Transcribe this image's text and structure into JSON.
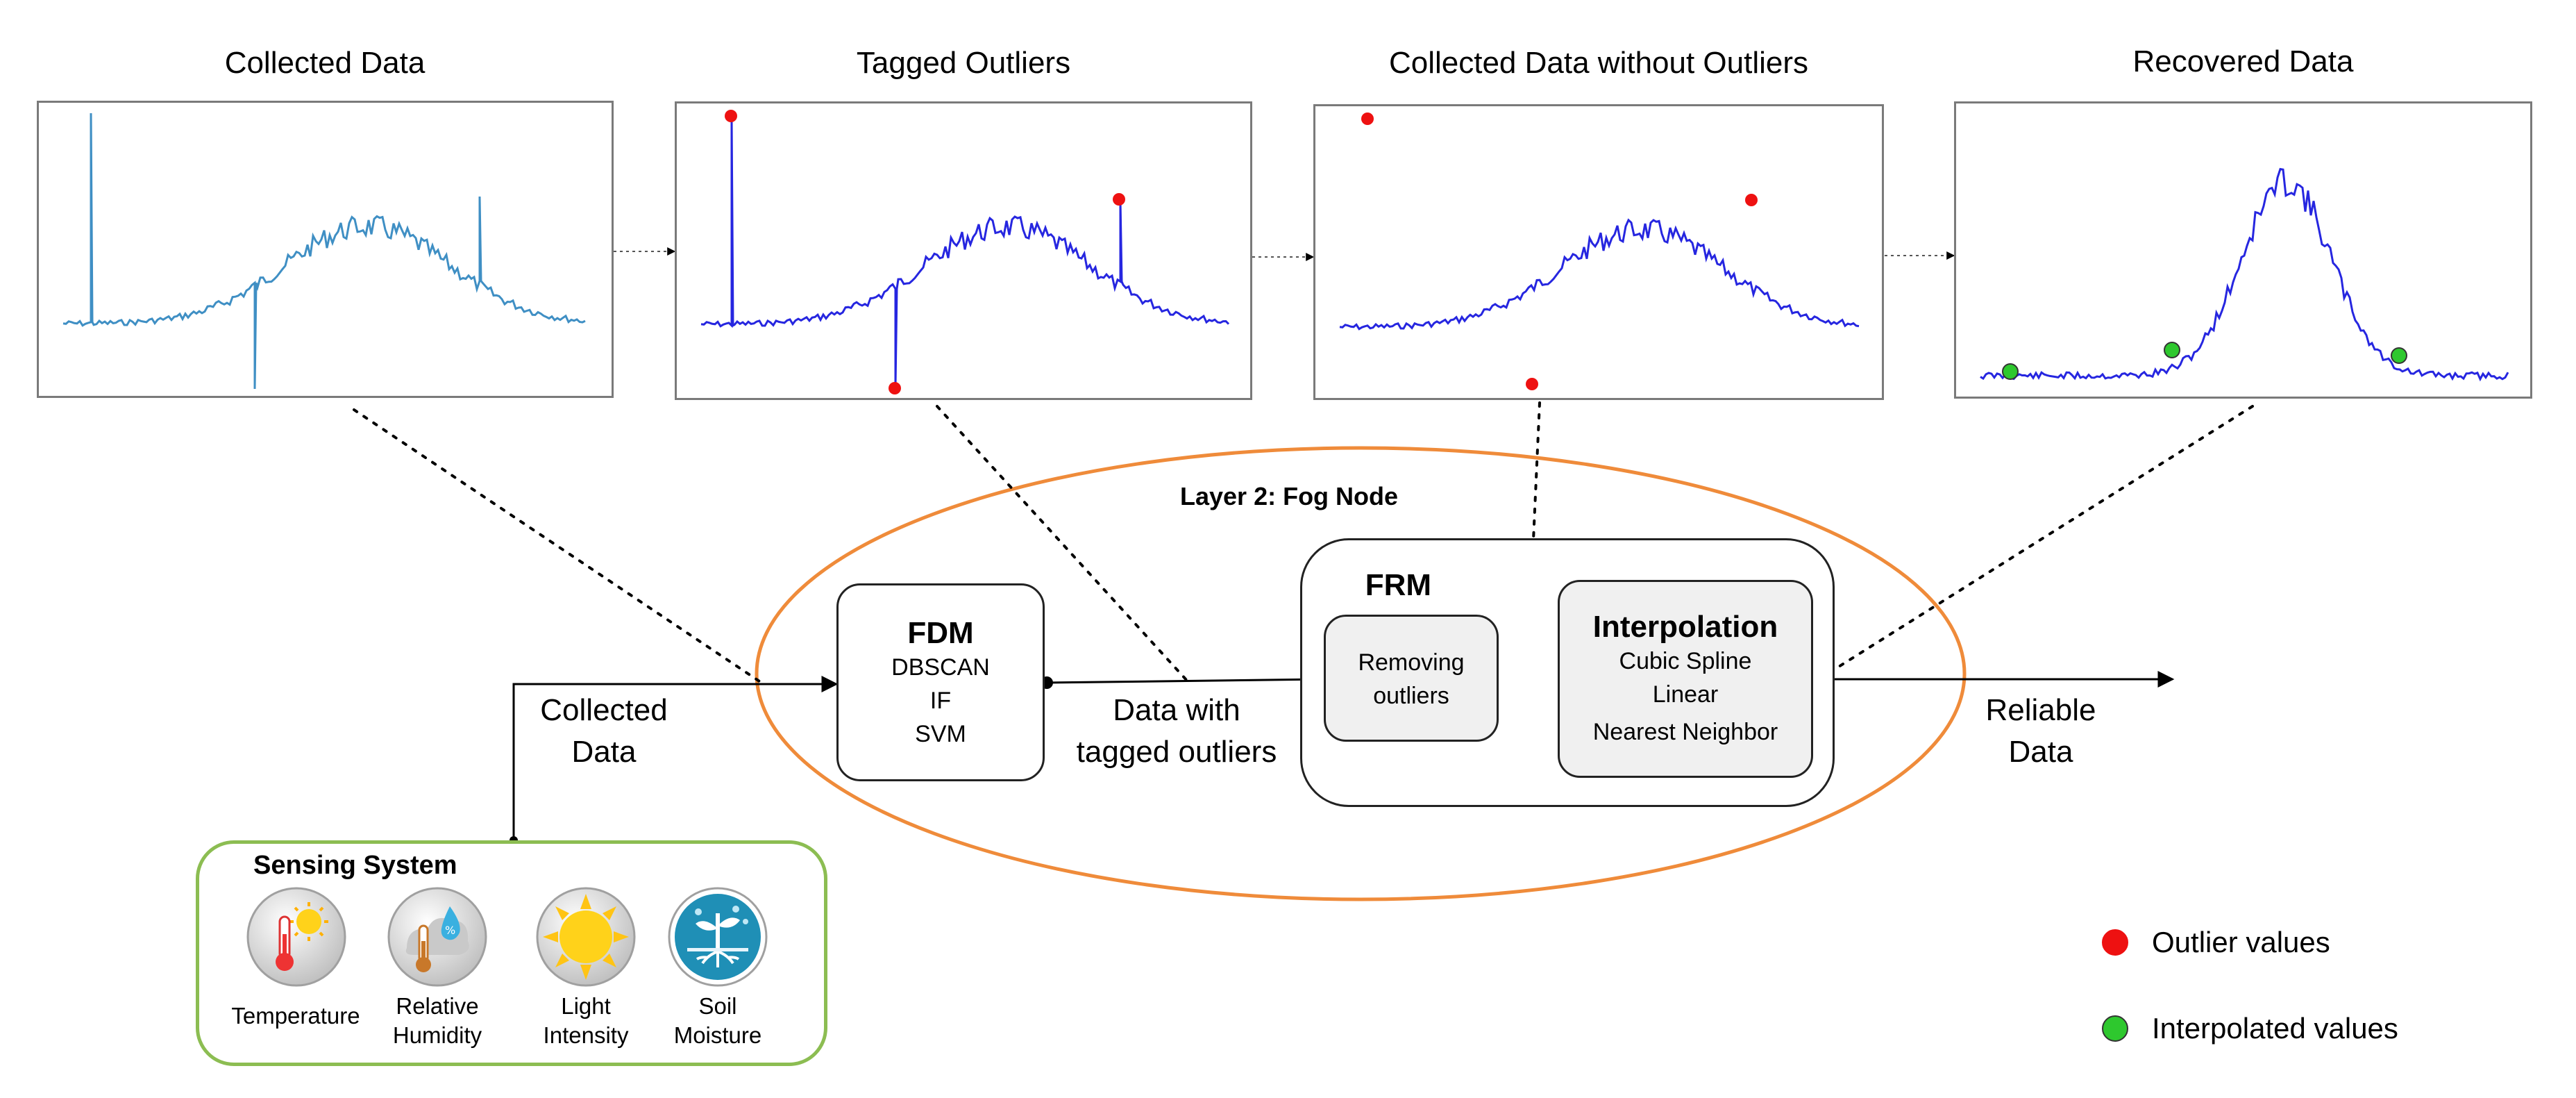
{
  "panels": {
    "collected": {
      "title": "Collected Data"
    },
    "tagged": {
      "title": "Tagged Outliers"
    },
    "without": {
      "title": "Collected Data without Outliers"
    },
    "recovered": {
      "title": "Recovered Data"
    }
  },
  "fog_node": {
    "label": "Layer 2: Fog Node"
  },
  "fdm": {
    "title": "FDM",
    "methods": [
      "DBSCAN",
      "IF",
      "SVM"
    ]
  },
  "frm": {
    "title": "FRM",
    "removing": "Removing outliers",
    "interpolation": {
      "title": "Interpolation",
      "methods": [
        "Cubic Spline",
        "Linear",
        "Nearest Neighbor"
      ]
    }
  },
  "flows": {
    "collected": [
      "Collected",
      "Data"
    ],
    "tagged": [
      "Data with",
      "tagged outliers"
    ],
    "reliable": [
      "Reliable",
      "Data"
    ]
  },
  "sensing": {
    "title": "Sensing System",
    "sensors": [
      {
        "icon": "thermometer-sun-icon",
        "label": [
          "Temperature"
        ]
      },
      {
        "icon": "humidity-icon",
        "label": [
          "Relative",
          "Humidity"
        ]
      },
      {
        "icon": "sun-icon",
        "label": [
          "Light",
          "Intensity"
        ]
      },
      {
        "icon": "soil-moisture-icon",
        "label": [
          "Soil",
          "Moisture"
        ]
      }
    ]
  },
  "legend": {
    "outlier": "Outlier values",
    "interpolated": "Interpolated values"
  },
  "colors": {
    "series_light": "#3f8fc4",
    "series_blue": "#2626e0",
    "outlier": "#ee1111",
    "interpolated": "#2ec82e",
    "fog_ellipse": "#ef8b3a",
    "sensing_border": "#8cbd52"
  }
}
